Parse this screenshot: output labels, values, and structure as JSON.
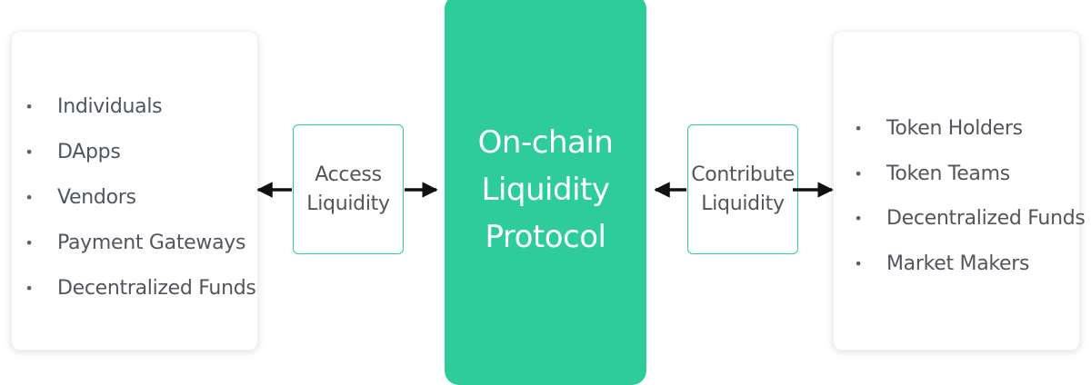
{
  "left_panel": {
    "items": [
      "Individuals",
      "DApps",
      "Vendors",
      "Payment Gateways",
      "Decentralized Funds"
    ]
  },
  "left_connector": {
    "line1": "Access",
    "line2": "Liquidity"
  },
  "center": {
    "line1": "On-chain",
    "line2": "Liquidity",
    "line3": "Protocol",
    "color": "#2ecc9a"
  },
  "right_connector": {
    "line1": "Contribute",
    "line2": "Liquidity"
  },
  "right_panel": {
    "items": [
      "Token Holders",
      "Token Teams",
      "Decentralized Funds",
      "Market Makers"
    ]
  },
  "bullet": "•"
}
